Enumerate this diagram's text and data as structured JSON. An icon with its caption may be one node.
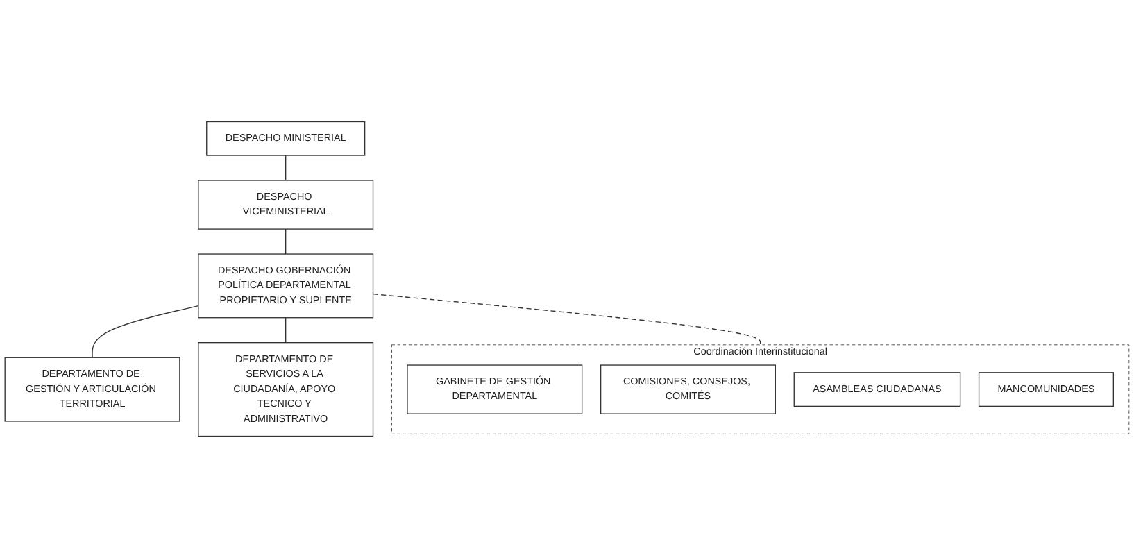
{
  "diagram": {
    "nodes": [
      {
        "text": [
          "DESPACHO MINISTERIAL"
        ]
      },
      {
        "text": [
          "DESPACHO VICEMINISTERIAL"
        ]
      },
      {
        "text": [
          "DESPACHO GOBERNACIÓN POLÍTICA DEPARTAMENTAL PROPIETARIO Y SUPLENTE"
        ]
      },
      {
        "text": [
          "DEPARTAMENTO DE GESTIÓN Y ARTICULACIÓN TERRITORIAL"
        ]
      },
      {
        "text": [
          "DEPARTAMENTO DE SERVICIOS A LA CIUDADANÍA, APOYO TECNICO Y ADMINISTRATIVO"
        ]
      },
      {
        "text": [
          "Coordinación Interinstitucional"
        ]
      },
      {
        "text": [
          "GABINETE DE GESTIÓN DEPARTAMENTAL"
        ],
        "in": 5
      },
      {
        "text": [
          "COMISIONES, CONSEJOS, COMITÉS"
        ],
        "in": 5
      },
      {
        "text": [
          "ASAMBLEAS CIUDADANAS"
        ],
        "in": 5
      },
      {
        "text": [
          "MANCOMUNIDADES"
        ],
        "in": 5
      }
    ],
    "edges": [
      {
        "from": 0,
        "to": 1,
        "arrow": "none"
      },
      {
        "from": 1,
        "to": 2,
        "arrow": "none"
      },
      {
        "from": 2,
        "to": 3,
        "arrow": "none"
      },
      {
        "from": 2,
        "to": 4,
        "arrow": "none"
      },
      {
        "from": 2,
        "to": 5,
        "arrow": "none",
        "style": "dashed"
      }
    ]
  }
}
